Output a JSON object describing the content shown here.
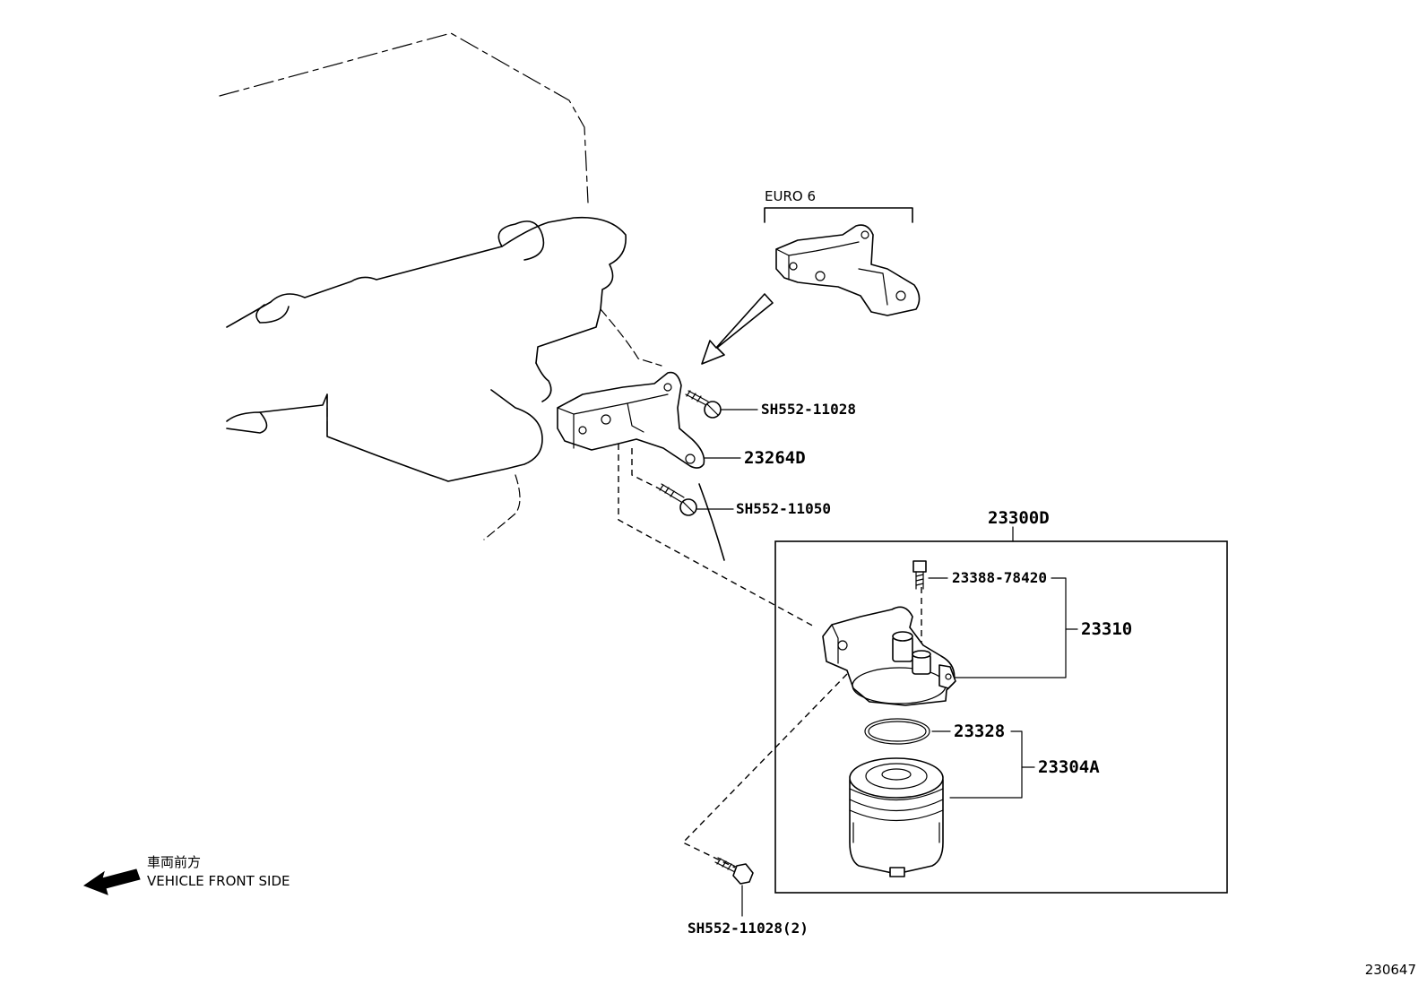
{
  "diagram": {
    "variant_label": "EURO 6",
    "callouts": {
      "bolt_upper": "SH552-11028",
      "bracket": "23264D",
      "bolt_middle": "SH552-11050",
      "filter_assembly": "23300D",
      "bolt_small": "23388-78420",
      "filter_bracket": "23310",
      "o_ring": "23328",
      "element": "23304A",
      "bolt_bottom": "SH552-11028(2)"
    },
    "front_side_jp": "車両前方",
    "front_side_en": "VEHICLE FRONT SIDE",
    "diagram_number": "230647"
  }
}
